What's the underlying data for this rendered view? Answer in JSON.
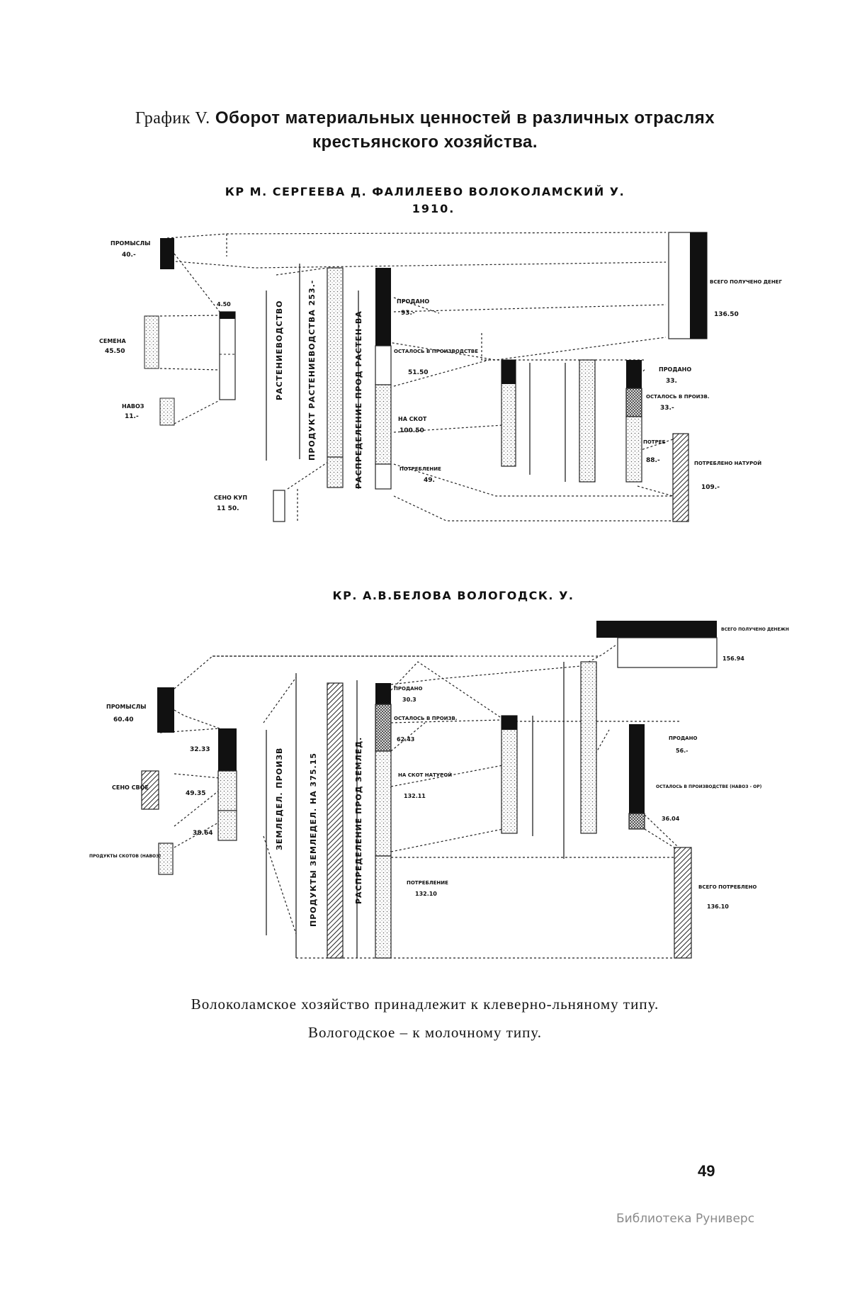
{
  "title": {
    "lead": "График V.",
    "line1": "Оборот материальных ценностей в различных отраслях",
    "line2": "крестьянского хозяйства."
  },
  "chart1": {
    "heading": "КР М. СЕРГЕЕВА  Д. ФАЛИЛЕЕВО  ВОЛОКОЛАМСКИЙ У.",
    "year": "1910.",
    "labels": {
      "promysly": "ПРОМЫСЛЫ",
      "promysly_val": "40.-",
      "semena": "СЕМЕНА",
      "semena_val": "45.50",
      "navoz": "НАВОЗ",
      "navoz_val": "11.-",
      "seno": "СЕНО КУП",
      "seno_val": "11 50.",
      "small_val": "4.50",
      "prodano": "ПРОДАНО",
      "prodano_val": "93.-",
      "ostalos": "ОСТАЛОСЬ В ПРОИЗВОДСТВЕ",
      "ostalos_val": "51.50",
      "na_skot": "НА СКОТ",
      "na_skot_val": "100.50",
      "potrebl": "ПОТРЕБЛЕНИЕ",
      "potrebl_val": "49.",
      "vsego_deneg": "ВСЕГО ПОЛУЧЕНО ДЕНЕГ",
      "vsego_deneg_val": "136.50",
      "prodano2": "ПРОДАНО",
      "prodano2_val": "33.",
      "ostalos2": "ОСТАЛОСЬ В ПРОИЗВ.",
      "ostalos2_val": "33.-",
      "potreb2": "ПОТРЕБ",
      "potreb2_val": "88.-",
      "natura": "ПОТРЕБЛЕНО НАТУРОЙ",
      "natura_val": "109.-",
      "v_rast": "РАСТЕНИЕВОДСТВО",
      "v_produkt": "ПРОДУКТ РАСТЕНИЕВОДСТВА 253.-",
      "v_raspred": "РАСПРЕДЕЛЕНИЕ ПРОД РАСТЕН-ВА"
    }
  },
  "chart2": {
    "heading": "КР. А.В.БЕЛОВА ВОЛОГОДСК. У.",
    "labels": {
      "promysly": "ПРОМЫСЛЫ",
      "promysly_val": "60.40",
      "seno": "СЕНО СВОЕ",
      "navoz": "ПРОДУКТЫ СКОТОВ (НАВОЗ)",
      "val1": "32.33",
      "val2": "49.35",
      "val3": "38.64",
      "prodano": "ПРОДАНО",
      "prodano_val": "30.3",
      "ostalos": "ОСТАЛОСЬ В ПРОИЗВ.",
      "ostalos_val": "62.43",
      "na_skot": "НА СКОТ НАТУРОЙ",
      "na_skot_val": "132.11",
      "potrebl": "ПОТРЕБЛЕНИЕ",
      "potrebl_val": "132.10",
      "vsego_deneg": "ВСЕГО ПОЛУЧЕНО ДЕНЕЖН",
      "vsego_deneg_val": "156.94",
      "prodano2": "ПРОДАНО",
      "prodano2_val": "56.-",
      "ostalos2": "ОСТАЛОСЬ В ПРОИЗВОДСТВЕ (НАВОЗ - ОР)",
      "ostalos2_val": "36.04",
      "vsego_potr": "ВСЕГО ПОТРЕБЛЕНО",
      "vsego_potr_val": "136.10",
      "v_zemled": "ЗЕМЛЕДЕЛ. ПРОИЗВ",
      "v_produkt": "ПРОДУКТЫ ЗЕМЛЕДЕЛ. НА 375.15",
      "v_raspred": "РАСПРЕДЕЛЕНИЕ ПРОД ЗЕМЛЕД."
    }
  },
  "caption": {
    "line1": "Волоколамское хозяйство принадлежит к клеверно-льняному типу.",
    "line2": "Вологодское – к молочному типу."
  },
  "page_number": "49",
  "library": "Библиотека Руниверс"
}
